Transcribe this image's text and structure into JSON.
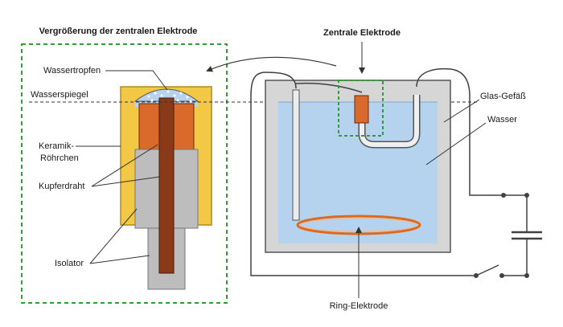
{
  "colors": {
    "copper": "#d96a2b",
    "copper_dark": "#8a3a18",
    "ceramic": "#f2c846",
    "ceramic_edge": "#b08a1a",
    "isolator": "#bdbdbd",
    "isolator_dark": "#8f8f8f",
    "water": "#b5d3ef",
    "glass": "#d6d6d6",
    "highlight": "#2e9e35",
    "ring": "#e06a1c",
    "wire": "#404040"
  },
  "labels": {
    "enlargement_title": "Vergrößerung der zentralen Elektrode",
    "central_electrode": "Zentrale Elektrode",
    "water_drop": "Wassertropfen",
    "water_level": "Wasserspiegel",
    "ceramic_tube_line1": "Keramik-",
    "ceramic_tube_line2": "Röhrchen",
    "copper_wire": "Kupferdraht",
    "isolator": "Isolator",
    "glass_vessel": "Glas-Gefäß",
    "water": "Wasser",
    "ring_electrode": "Ring-Elektrode"
  }
}
